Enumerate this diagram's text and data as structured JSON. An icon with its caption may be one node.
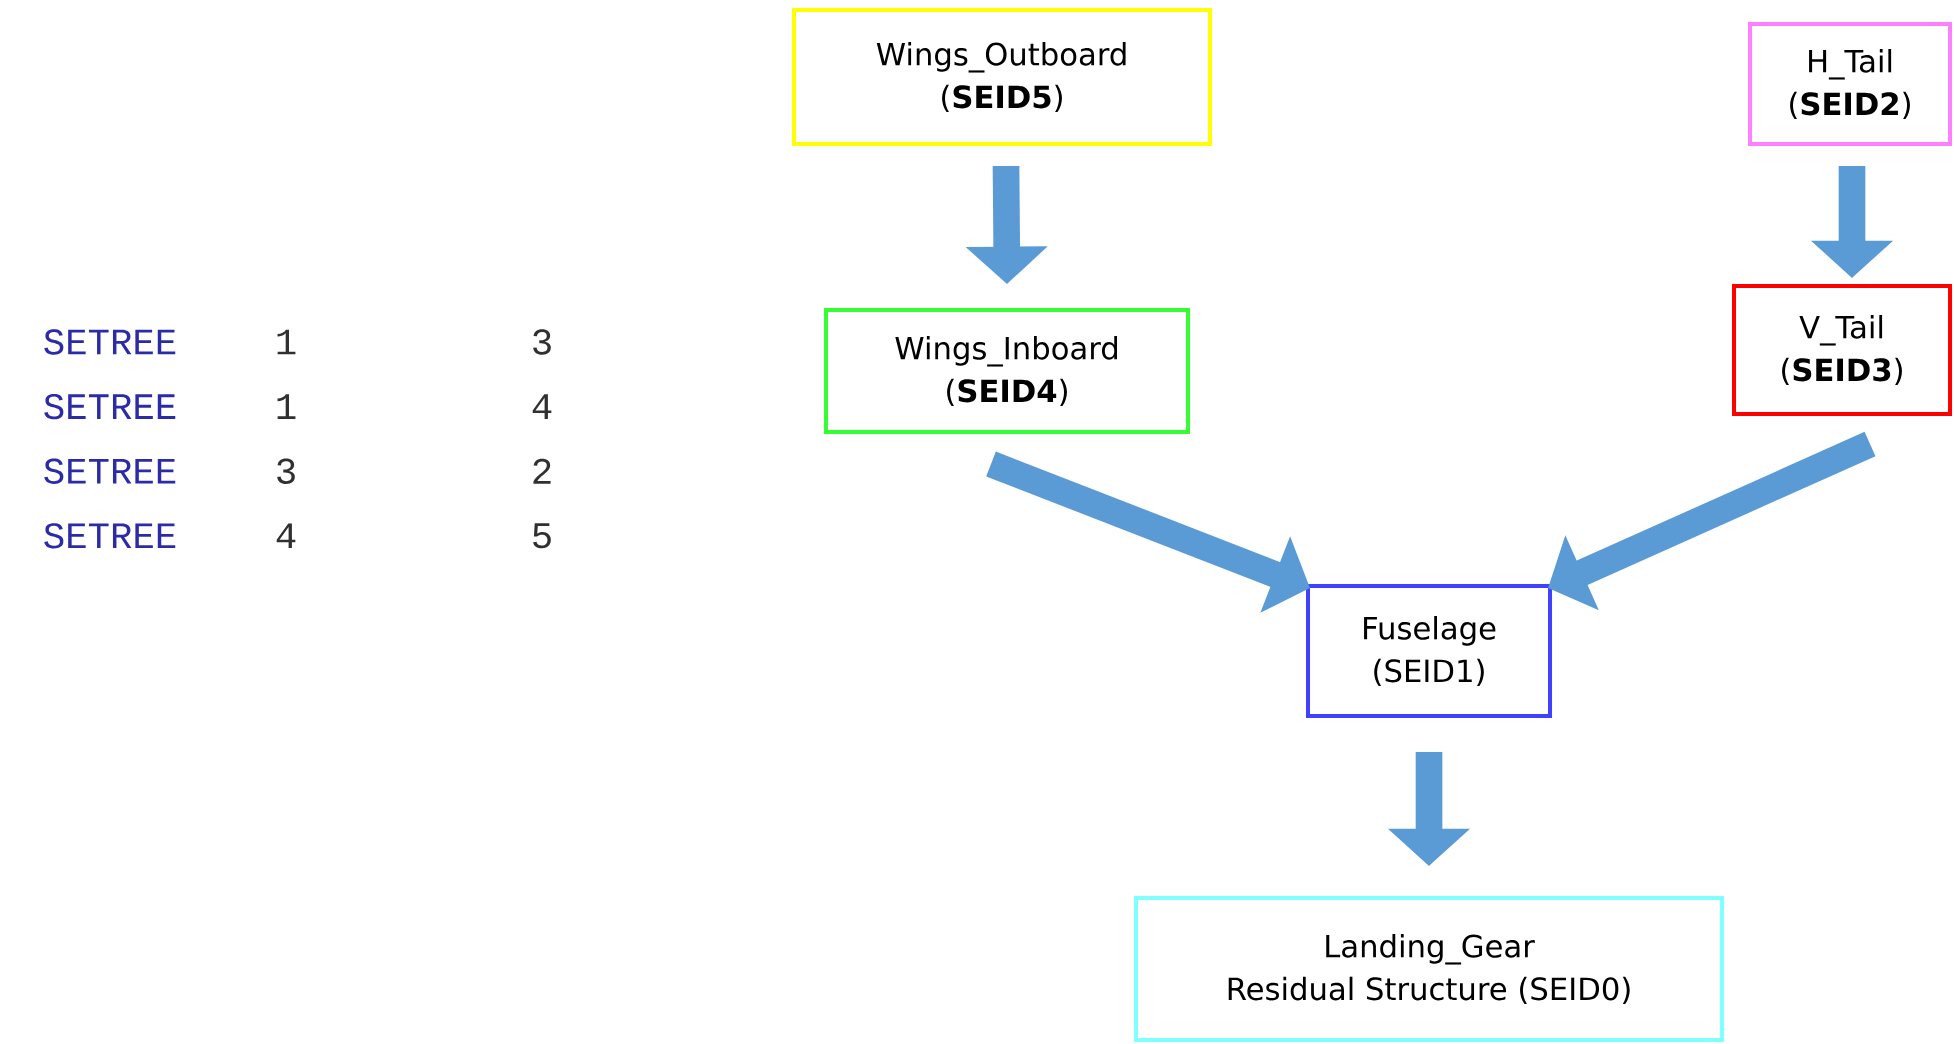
{
  "diagram": {
    "nodes": [
      {
        "text": [
          "Wings_Outboard",
          "(**SEID5**)"
        ]
      },
      {
        "text": [
          "H_Tail",
          "(**SEID2**)"
        ]
      },
      {
        "text": [
          "Wings_Inboard",
          "(**SEID4**)"
        ]
      },
      {
        "text": [
          "V_Tail",
          "(**SEID3**)"
        ]
      },
      {
        "text": [
          "Fuselage",
          "(SEID1)"
        ]
      },
      {
        "text": [
          "Landing_Gear",
          "Residual Structure (SEID0)"
        ]
      }
    ],
    "edges": [
      {
        "from": 0,
        "to": 2,
        "arrow": "to"
      },
      {
        "from": 1,
        "to": 3,
        "arrow": "to"
      },
      {
        "from": 2,
        "to": 4,
        "arrow": "to"
      },
      {
        "from": 3,
        "to": 4,
        "arrow": "to"
      },
      {
        "from": 4,
        "to": 5,
        "arrow": "to"
      }
    ],
    "labels": [
      "SETREE",
      "1",
      "3",
      "SETREE",
      "1",
      "4",
      "SETREE",
      "3",
      "2",
      "SETREE",
      "4",
      "5"
    ]
  }
}
